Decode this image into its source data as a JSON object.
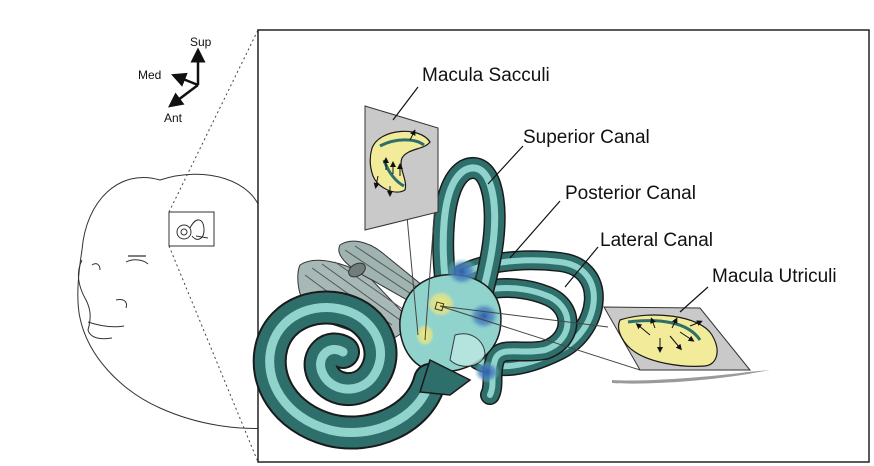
{
  "orientation": {
    "sup": "Sup",
    "med": "Med",
    "ant": "Ant"
  },
  "labels": {
    "macula_sacculi": "Macula Sacculi",
    "superior_canal": "Superior Canal",
    "posterior_canal": "Posterior Canal",
    "lateral_canal": "Lateral Canal",
    "macula_utriculi": "Macula Utriculi"
  },
  "colors": {
    "canal_fill": "#2f6f6b",
    "canal_lumen": "#8fd3cc",
    "macula_yellow": "#f2ec9a",
    "ampulla_blue": "#2d5fa8",
    "panel_gray": "#c9c9c9",
    "outline": "#1a1a1a"
  }
}
